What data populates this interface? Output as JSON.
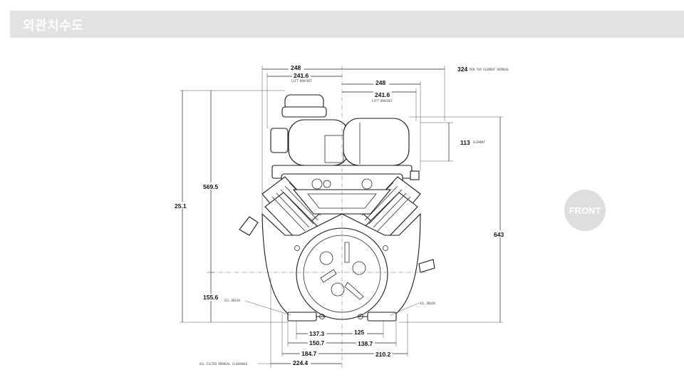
{
  "header": {
    "title": "외관치수도"
  },
  "badge": {
    "label": "FRONT"
  },
  "dimensions": {
    "top_248_left": "248",
    "top_241_6_left": "241.6",
    "lift_bracket_left": "LIFT BRACKET",
    "top_324": "324",
    "min_element_removal": "MIN FOR ELEMENT REMOVAL",
    "top_248_right": "248",
    "top_241_6_right": "241.6",
    "lift_bracket_right": "LIFT BRACKET",
    "element_113": "113",
    "element_label": "ELEMENT",
    "height_569_5": "569.5",
    "height_25_1": "25.1",
    "height_643": "643",
    "height_155_6": "155.6",
    "oil_drain_left": "OIL DRAIN",
    "oil_drain_right": "OIL DRAIN",
    "bottom_137_3": "137.3",
    "bottom_125": "125",
    "bottom_150_7": "150.7",
    "bottom_138_7": "138.7",
    "bottom_184_7": "184.7",
    "bottom_210_2": "210.2",
    "bottom_224_4": "224.4",
    "oil_filter_clearance": "OIL FILTER REMOVAL CLEARANCE"
  },
  "colors": {
    "header_bg": "#e2e2e2",
    "badge_bg": "#dedede",
    "text_white": "#ffffff"
  }
}
